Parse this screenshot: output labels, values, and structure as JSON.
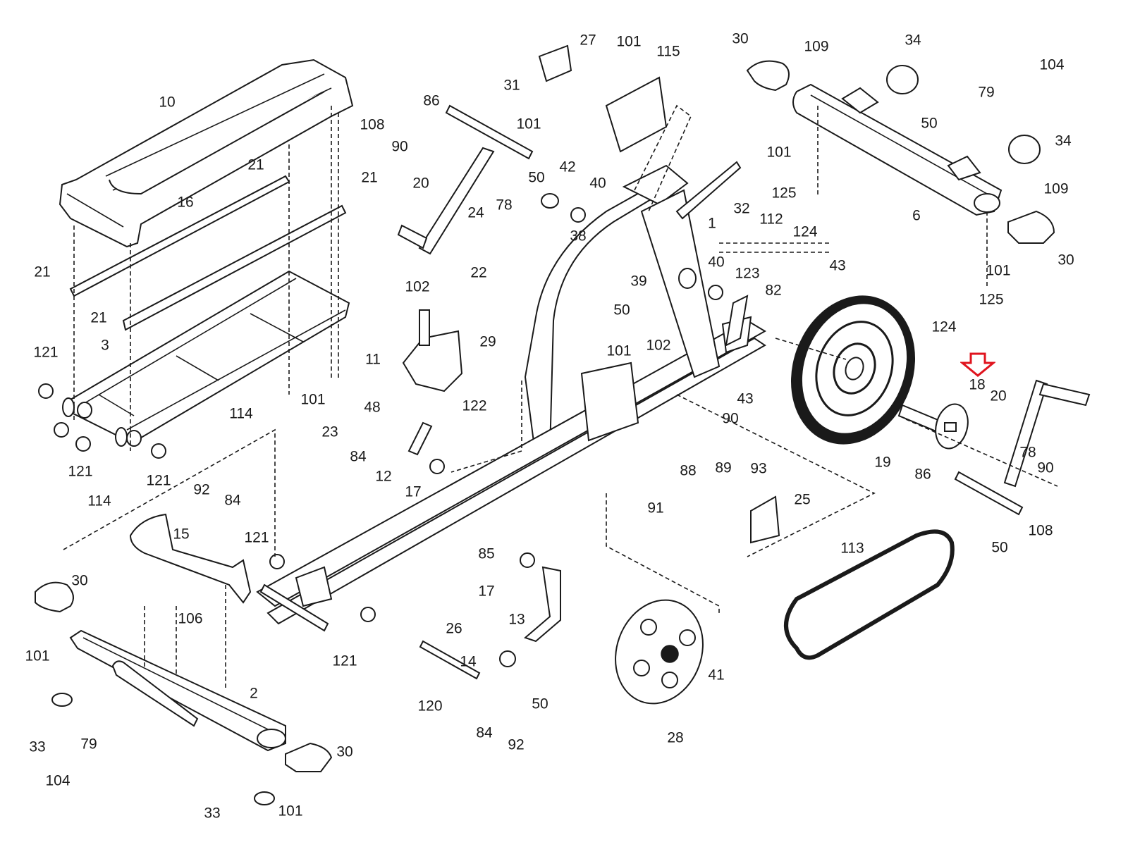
{
  "diagram": {
    "title": "Exploded parts diagram",
    "highlight": {
      "part": "18",
      "marker": "down-arrow",
      "color": "#e0141e"
    },
    "callouts": [
      {
        "id": "c1",
        "label": "10"
      },
      {
        "id": "c2",
        "label": "21"
      },
      {
        "id": "c3",
        "label": "21"
      },
      {
        "id": "c4",
        "label": "16"
      },
      {
        "id": "c5",
        "label": "21"
      },
      {
        "id": "c6",
        "label": "21"
      },
      {
        "id": "c7",
        "label": "3"
      },
      {
        "id": "c8",
        "label": "121"
      },
      {
        "id": "c9",
        "label": "121"
      },
      {
        "id": "c10",
        "label": "121"
      },
      {
        "id": "c11",
        "label": "114"
      },
      {
        "id": "c12",
        "label": "114"
      },
      {
        "id": "c13",
        "label": "101"
      },
      {
        "id": "c14",
        "label": "108"
      },
      {
        "id": "c15",
        "label": "90"
      },
      {
        "id": "c16",
        "label": "86"
      },
      {
        "id": "c17",
        "label": "20"
      },
      {
        "id": "c18",
        "label": "50"
      },
      {
        "id": "c19",
        "label": "78"
      },
      {
        "id": "c20",
        "label": "42"
      },
      {
        "id": "c21",
        "label": "40"
      },
      {
        "id": "c22",
        "label": "24"
      },
      {
        "id": "c23",
        "label": "38"
      },
      {
        "id": "c24",
        "label": "22"
      },
      {
        "id": "c25",
        "label": "102"
      },
      {
        "id": "c26",
        "label": "29"
      },
      {
        "id": "c27",
        "label": "11"
      },
      {
        "id": "c28",
        "label": "48"
      },
      {
        "id": "c29",
        "label": "122"
      },
      {
        "id": "c30",
        "label": "23"
      },
      {
        "id": "c31",
        "label": "84"
      },
      {
        "id": "c32",
        "label": "12"
      },
      {
        "id": "c33",
        "label": "17"
      },
      {
        "id": "c34",
        "label": "27"
      },
      {
        "id": "c35",
        "label": "101"
      },
      {
        "id": "c36",
        "label": "115"
      },
      {
        "id": "c37",
        "label": "31"
      },
      {
        "id": "c38",
        "label": "101"
      },
      {
        "id": "c39",
        "label": "1"
      },
      {
        "id": "c40",
        "label": "50"
      },
      {
        "id": "c41",
        "label": "39"
      },
      {
        "id": "c42",
        "label": "101"
      },
      {
        "id": "c43",
        "label": "102"
      },
      {
        "id": "c44",
        "label": "32"
      },
      {
        "id": "c45",
        "label": "112"
      },
      {
        "id": "c46",
        "label": "40"
      },
      {
        "id": "c47",
        "label": "123"
      },
      {
        "id": "c48",
        "label": "82"
      },
      {
        "id": "c49",
        "label": "43"
      },
      {
        "id": "c50",
        "label": "43"
      },
      {
        "id": "c51",
        "label": "90"
      },
      {
        "id": "c52",
        "label": "88"
      },
      {
        "id": "c53",
        "label": "89"
      },
      {
        "id": "c54",
        "label": "91"
      },
      {
        "id": "c55",
        "label": "30"
      },
      {
        "id": "c56",
        "label": "109"
      },
      {
        "id": "c57",
        "label": "34"
      },
      {
        "id": "c58",
        "label": "104"
      },
      {
        "id": "c59",
        "label": "79"
      },
      {
        "id": "c60",
        "label": "50"
      },
      {
        "id": "c61",
        "label": "101"
      },
      {
        "id": "c62",
        "label": "34"
      },
      {
        "id": "c63",
        "label": "125"
      },
      {
        "id": "c64",
        "label": "109"
      },
      {
        "id": "c65",
        "label": "6"
      },
      {
        "id": "c66",
        "label": "124"
      },
      {
        "id": "c67",
        "label": "30"
      },
      {
        "id": "c68",
        "label": "101"
      },
      {
        "id": "c69",
        "label": "125"
      },
      {
        "id": "c70",
        "label": "124"
      },
      {
        "id": "c71",
        "label": "18"
      },
      {
        "id": "c72",
        "label": "19"
      },
      {
        "id": "c73",
        "label": "20"
      },
      {
        "id": "c74",
        "label": "86"
      },
      {
        "id": "c75",
        "label": "78"
      },
      {
        "id": "c76",
        "label": "90"
      },
      {
        "id": "c77",
        "label": "50"
      },
      {
        "id": "c78",
        "label": "108"
      },
      {
        "id": "c79",
        "label": "93"
      },
      {
        "id": "c80",
        "label": "25"
      },
      {
        "id": "c81",
        "label": "113"
      },
      {
        "id": "c82",
        "label": "92"
      },
      {
        "id": "c83",
        "label": "84"
      },
      {
        "id": "c84",
        "label": "121"
      },
      {
        "id": "c85",
        "label": "15"
      },
      {
        "id": "c86",
        "label": "30"
      },
      {
        "id": "c87",
        "label": "106"
      },
      {
        "id": "c88",
        "label": "101"
      },
      {
        "id": "c89",
        "label": "2"
      },
      {
        "id": "c90",
        "label": "33"
      },
      {
        "id": "c91",
        "label": "79"
      },
      {
        "id": "c92",
        "label": "104"
      },
      {
        "id": "c93",
        "label": "30"
      },
      {
        "id": "c94",
        "label": "33"
      },
      {
        "id": "c95",
        "label": "101"
      },
      {
        "id": "c96",
        "label": "121"
      },
      {
        "id": "c97",
        "label": "85"
      },
      {
        "id": "c98",
        "label": "17"
      },
      {
        "id": "c99",
        "label": "13"
      },
      {
        "id": "c100",
        "label": "26"
      },
      {
        "id": "c101",
        "label": "14"
      },
      {
        "id": "c102",
        "label": "50"
      },
      {
        "id": "c103",
        "label": "120"
      },
      {
        "id": "c104",
        "label": "84"
      },
      {
        "id": "c105",
        "label": "92"
      },
      {
        "id": "c106",
        "label": "28"
      },
      {
        "id": "c107",
        "label": "41"
      },
      {
        "id": "c108",
        "label": "121"
      },
      {
        "id": "c109",
        "label": "121"
      }
    ]
  }
}
